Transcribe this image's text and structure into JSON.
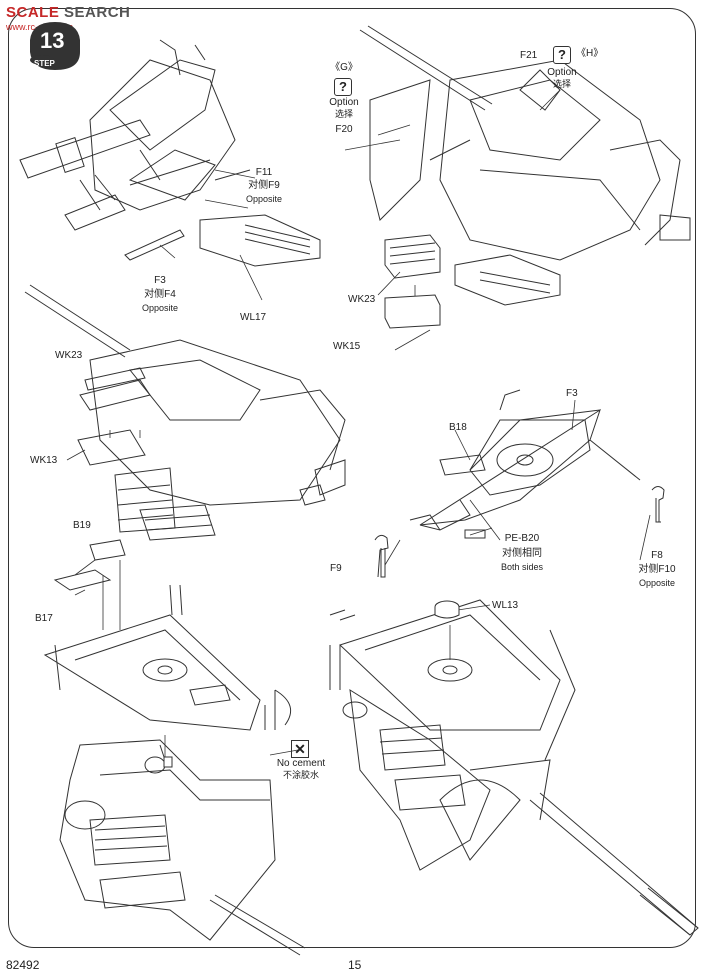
{
  "watermark": {
    "brand": "SCALE",
    "search": "SEARCH",
    "sub": "www.rc-sws.com"
  },
  "step": {
    "number": "13",
    "label": "STEP"
  },
  "labels": {
    "f11": "F11",
    "f11_sub": "对侧F9",
    "f11_opp": "Opposite",
    "f3a": "F3",
    "f3a_sub": "对侧F4",
    "f3a_opp": "Opposite",
    "wl17": "WL17",
    "g_option": "《G》",
    "option": "Option",
    "option_cn": "选择",
    "f20": "F20",
    "f21": "F21",
    "h_option": "《H》",
    "option2": "Option",
    "option2_cn": "选择",
    "wk23a": "WK23",
    "wk15": "WK15",
    "wk23b": "WK23",
    "wk13": "WK13",
    "b18": "B18",
    "f3b": "F3",
    "pe_b20": "PE-B20",
    "pe_b20_cn": "对侧相同",
    "pe_b20_en": "Both sides",
    "f9": "F9",
    "f8": "F8",
    "f8_sub": "对侧F10",
    "f8_opp": "Opposite",
    "b19": "B19",
    "b17": "B17",
    "no_cement": "No cement",
    "no_cement_cn": "不涂胶水",
    "wl13": "WL13"
  },
  "footer": {
    "code": "82492",
    "page": "15"
  }
}
